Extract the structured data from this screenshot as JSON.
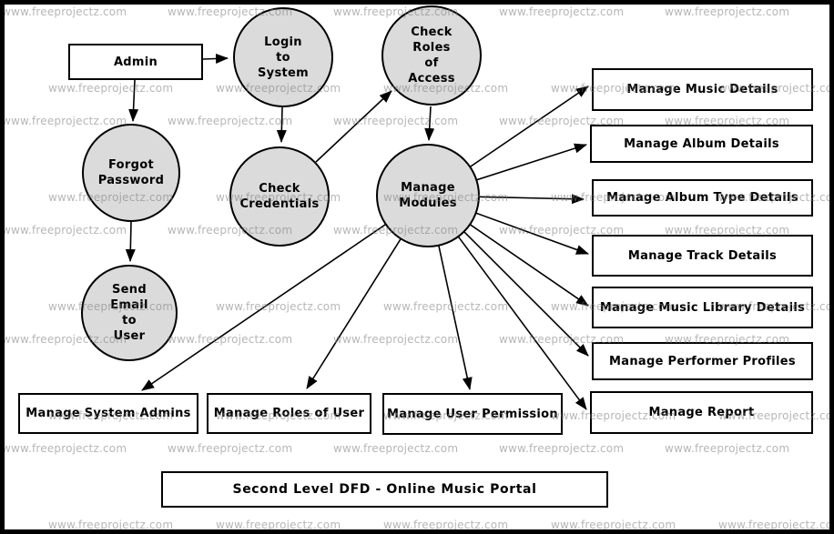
{
  "diagram_title": "Second Level DFD - Online Music Portal",
  "watermark": "www.freeprojectz.com",
  "colors": {
    "process_fill": "#dbdbdb",
    "stroke": "#000000",
    "box_fill": "#ffffff",
    "watermark_gray": "#7a7a7a"
  },
  "nodes": {
    "admin": "Admin",
    "login_to_system": "Login\nto\nSystem",
    "check_roles_of_access": "Check\nRoles\nof\nAccess",
    "forgot_password": "Forgot\nPassword",
    "check_credentials": "Check\nCredentials",
    "manage_modules": "Manage\nModules",
    "send_email_to_user": "Send\nEmail\nto\nUser",
    "manage_music_details": "Manage Music Details",
    "manage_album_details": "Manage Album Details",
    "manage_album_type_details": "Manage Album Type Details",
    "manage_track_details": "Manage Track Details",
    "manage_music_library_details": "Manage Music Library Details",
    "manage_performer_profiles": "Manage Performer Profiles",
    "manage_report": "Manage Report",
    "manage_system_admins": "Manage System Admins",
    "manage_roles_of_user": "Manage Roles of User",
    "manage_user_permission": "Manage User Permission"
  }
}
